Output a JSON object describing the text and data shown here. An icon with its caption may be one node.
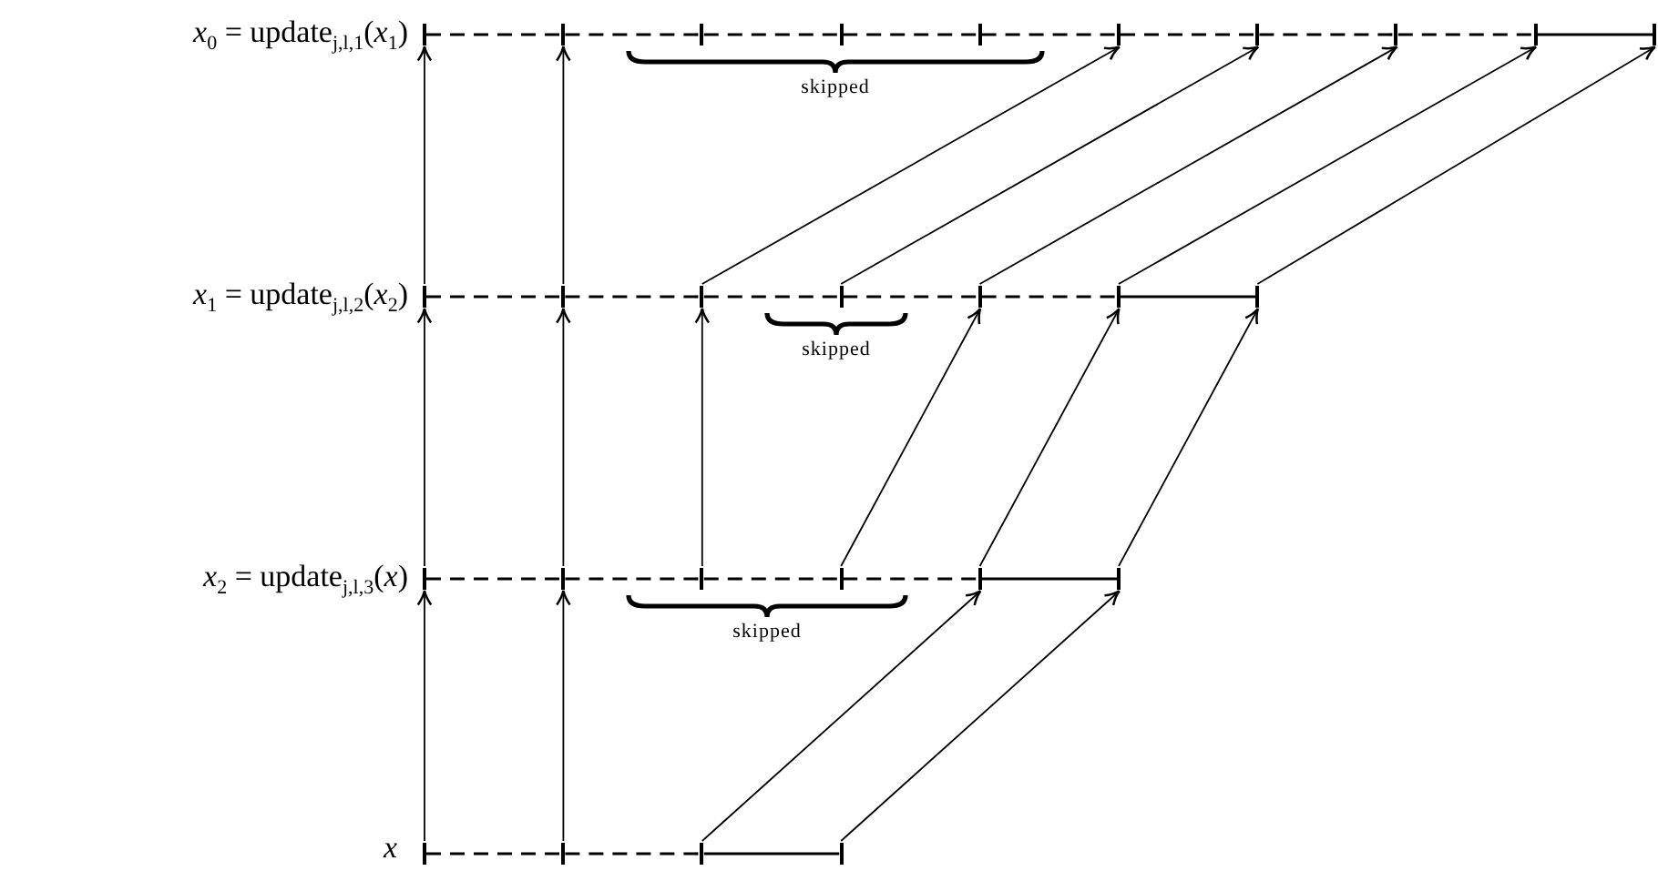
{
  "diagram": {
    "nodes": [
      {
        "text": [],
        "shape": "bar"
      },
      {
        "text": [],
        "shape": "bar"
      },
      {
        "text": [],
        "shape": "bar"
      },
      {
        "text": [],
        "shape": "bar"
      },
      {
        "text": [],
        "shape": "bar"
      },
      {
        "text": [],
        "shape": "bar"
      },
      {
        "text": [],
        "shape": "bar"
      },
      {
        "text": [],
        "shape": "bar"
      },
      {
        "text": [],
        "shape": "bar"
      },
      {
        "text": [],
        "shape": "bar"
      },
      {
        "text": [],
        "shape": "bar"
      },
      {
        "text": [],
        "shape": "bar"
      },
      {
        "text": [],
        "shape": "bar"
      },
      {
        "text": [],
        "shape": "bar"
      },
      {
        "text": [],
        "shape": "bar"
      },
      {
        "text": [],
        "shape": "bar"
      },
      {
        "text": [],
        "shape": "bar"
      },
      {
        "text": [],
        "shape": "bar"
      },
      {
        "text": [],
        "shape": "bar"
      },
      {
        "text": [],
        "shape": "bar"
      },
      {
        "text": [],
        "shape": "bar"
      },
      {
        "text": [],
        "shape": "bar"
      },
      {
        "text": [],
        "shape": "bar"
      },
      {
        "text": [],
        "shape": "bar"
      },
      {
        "text": [],
        "shape": "bar"
      },
      {
        "text": [],
        "shape": "bar"
      },
      {
        "text": [],
        "shape": "bar"
      }
    ],
    "edges": [
      {
        "from": 0,
        "to": 1,
        "arrow": "none",
        "style": "dashed"
      },
      {
        "from": 1,
        "to": 2,
        "arrow": "none",
        "style": "dashed"
      },
      {
        "from": 2,
        "to": 3,
        "arrow": "none",
        "style": "dashed"
      },
      {
        "from": 3,
        "to": 4,
        "arrow": "none",
        "style": "dashed"
      },
      {
        "from": 4,
        "to": 5,
        "arrow": "none",
        "style": "dashed"
      },
      {
        "from": 5,
        "to": 6,
        "arrow": "none",
        "style": "dashed"
      },
      {
        "from": 6,
        "to": 7,
        "arrow": "none",
        "style": "dashed"
      },
      {
        "from": 7,
        "to": 8,
        "arrow": "none",
        "style": "dashed"
      },
      {
        "from": 8,
        "to": 9,
        "arrow": "none"
      },
      {
        "from": 10,
        "to": 11,
        "arrow": "none",
        "style": "dashed"
      },
      {
        "from": 11,
        "to": 12,
        "arrow": "none",
        "style": "dashed"
      },
      {
        "from": 12,
        "to": 13,
        "arrow": "none",
        "style": "dashed"
      },
      {
        "from": 13,
        "to": 14,
        "arrow": "none",
        "style": "dashed"
      },
      {
        "from": 14,
        "to": 15,
        "arrow": "none",
        "style": "dashed"
      },
      {
        "from": 15,
        "to": 16,
        "arrow": "none"
      },
      {
        "from": 17,
        "to": 18,
        "arrow": "none",
        "style": "dashed"
      },
      {
        "from": 18,
        "to": 19,
        "arrow": "none",
        "style": "dashed"
      },
      {
        "from": 19,
        "to": 20,
        "arrow": "none",
        "style": "dashed"
      },
      {
        "from": 20,
        "to": 21,
        "arrow": "none",
        "style": "dashed"
      },
      {
        "from": 21,
        "to": 22,
        "arrow": "none"
      },
      {
        "from": 23,
        "to": 24,
        "arrow": "none",
        "style": "dashed"
      },
      {
        "from": 24,
        "to": 25,
        "arrow": "none",
        "style": "dashed"
      },
      {
        "from": 25,
        "to": 26,
        "arrow": "none"
      },
      {
        "from": 23,
        "to": 17,
        "arrow": "to"
      },
      {
        "from": 24,
        "to": 18,
        "arrow": "to"
      },
      {
        "from": 25,
        "to": 21,
        "arrow": "to"
      },
      {
        "from": 26,
        "to": 22,
        "arrow": "to"
      },
      {
        "from": 17,
        "to": 10,
        "arrow": "to"
      },
      {
        "from": 18,
        "to": 11,
        "arrow": "to"
      },
      {
        "from": 19,
        "to": 12,
        "arrow": "to"
      },
      {
        "from": 20,
        "to": 14,
        "arrow": "to"
      },
      {
        "from": 21,
        "to": 15,
        "arrow": "to"
      },
      {
        "from": 22,
        "to": 16,
        "arrow": "to"
      },
      {
        "from": 10,
        "to": 0,
        "arrow": "to"
      },
      {
        "from": 11,
        "to": 1,
        "arrow": "to"
      },
      {
        "from": 12,
        "to": 5,
        "arrow": "to"
      },
      {
        "from": 13,
        "to": 6,
        "arrow": "to"
      },
      {
        "from": 14,
        "to": 7,
        "arrow": "to"
      },
      {
        "from": 15,
        "to": 8,
        "arrow": "to"
      },
      {
        "from": 16,
        "to": 9,
        "arrow": "to"
      }
    ],
    "labels": [
      "*x*$_{0}$ = update$_{j,l,1}$(*x*$_{1}$)",
      "skipped",
      "*x*$_{1}$ = update$_{j,l,2}$(*x*$_{2}$)",
      "skipped",
      "*x*$_{2}$ = update$_{j,l,3}$(*x*)",
      "skipped",
      "*x*"
    ]
  }
}
